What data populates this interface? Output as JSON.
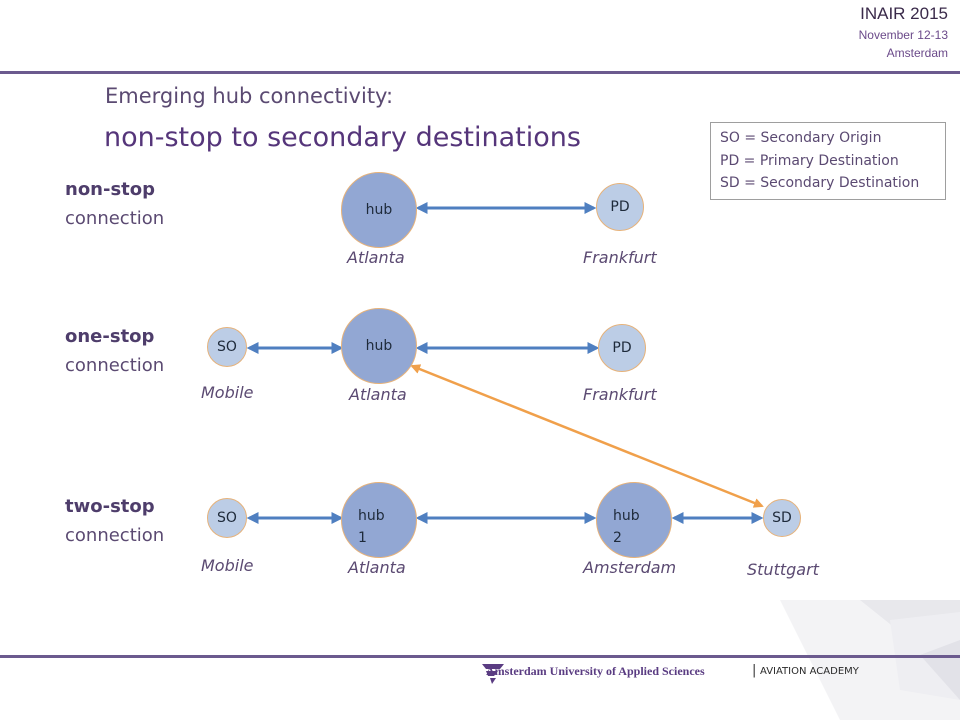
{
  "conference": {
    "title": "INAIR 2015",
    "date": "November 12-13",
    "city": "Amsterdam"
  },
  "subtitle": "Emerging hub connectivity:",
  "title": "non-stop to secondary destinations",
  "legend": [
    "SO = Secondary Origin",
    "PD = Primary Destination",
    "SD = Secondary Destination"
  ],
  "rows": [
    {
      "bold": "non-stop",
      "label": "connection"
    },
    {
      "bold": "one-stop",
      "label": "connection"
    },
    {
      "bold": "two-stop",
      "label": "connection"
    }
  ],
  "nodes": {
    "ns_hub": "hub",
    "ns_pd": "PD",
    "os_so": "SO",
    "os_hub": "hub",
    "os_pd": "PD",
    "ts_so": "SO",
    "ts_hub1": "hub 1",
    "ts_hub2": "hub 2",
    "ts_sd": "SD"
  },
  "cities": {
    "ns_hub": "Atlanta",
    "ns_pd": "Frankfurt",
    "os_so": "Mobile",
    "os_hub": "Atlanta",
    "os_pd": "Frankfurt",
    "ts_so": "Mobile",
    "ts_hub1": "Atlanta",
    "ts_hub2": "Amsterdam",
    "ts_sd": "Stuttgart"
  },
  "footer": {
    "institution": "Amsterdam University of Applied Sciences",
    "separator": "|",
    "academy": "AVIATION ACADEMY"
  },
  "colors": {
    "accent": "#6b5a8e",
    "arrow_blue": "#4f7fc0",
    "arrow_orange": "#f0a04b",
    "node_hub": "#92a7d3",
    "node_small": "#bccde6"
  }
}
